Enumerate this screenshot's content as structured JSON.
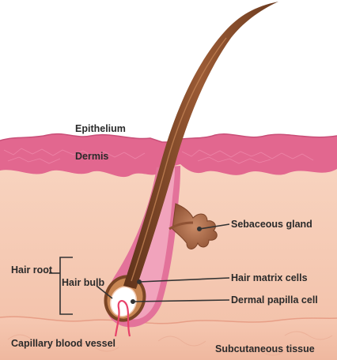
{
  "labels": {
    "epithelium": "Epithelium",
    "dermis": "Dermis",
    "sebaceous_gland": "Sebaceous gland",
    "hair_root": "Hair root",
    "hair_bulb": "Hair bulb",
    "hair_matrix_cells": "Hair matrix cells",
    "dermal_papilla_cell": "Dermal papilla cell",
    "capillary_blood_vessel": "Capillary blood vessel",
    "subcutaneous_tissue": "Subcutaneous tissue"
  },
  "colors": {
    "epithelium": "#e2678f",
    "epithelium_dark": "#c94f78",
    "dermis": "#f7cdb7",
    "dermis_deep": "#f0bca3",
    "follicle_sheath": "#e3729a",
    "hair_shaft": "#7a4525",
    "hair_highlight": "#b07046",
    "sebaceous": "#a86746",
    "papilla": "#ffffff",
    "capillary": "#e8426a",
    "subcutaneous": "#f4c0a8",
    "label_text": "#2a2a2a",
    "pointer": "#333333"
  }
}
